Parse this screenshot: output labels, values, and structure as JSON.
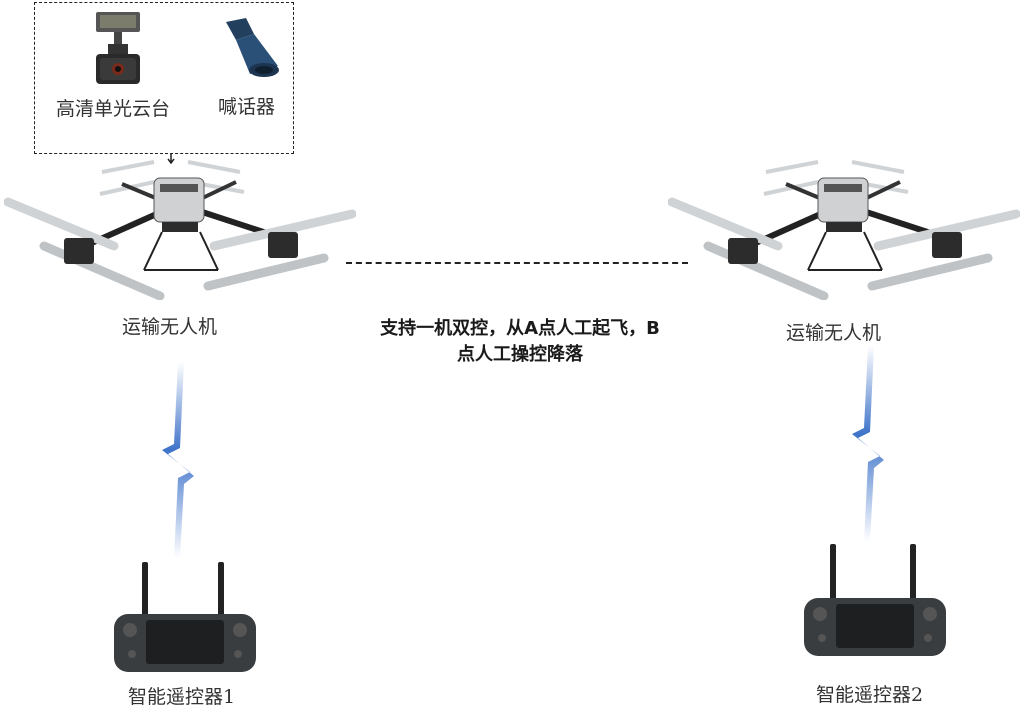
{
  "payload": {
    "gimbal_label": "高清单光云台",
    "megaphone_label": "喊话器"
  },
  "drone_left": {
    "label": "运输无人机"
  },
  "drone_right": {
    "label": "运输无人机"
  },
  "note": {
    "line1": "支持一机双控，从A点人工起飞，B",
    "line2": "点人工操控降落"
  },
  "controller_left": {
    "label": "智能遥控器1"
  },
  "controller_right": {
    "label": "智能遥控器2"
  },
  "colors": {
    "signal_light": "#a9c8ef",
    "signal_dark": "#3e73c9",
    "drone_body": "#2c2c2c",
    "rotor": "#cfd3d6",
    "controller": "#3a3d40"
  },
  "icons": {
    "gimbal": "camera-gimbal-icon",
    "megaphone": "megaphone-icon",
    "signal": "lightning-signal-icon",
    "drone": "quadcopter-icon",
    "controller": "remote-controller-icon"
  }
}
